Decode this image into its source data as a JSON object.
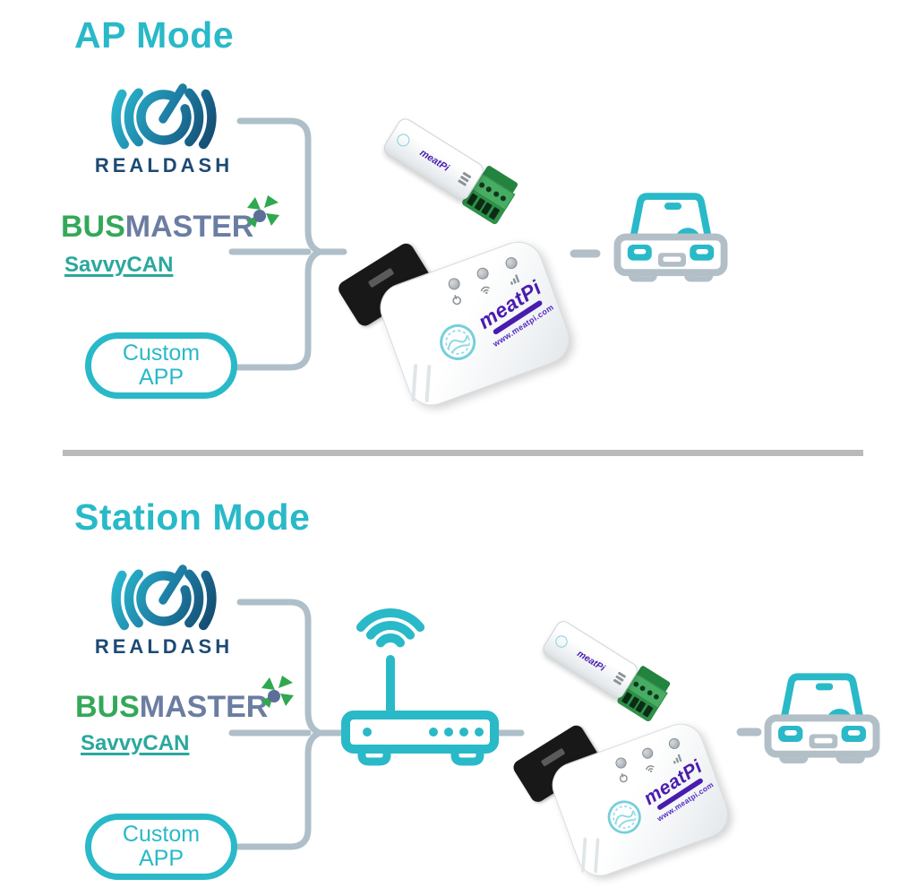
{
  "sections": {
    "ap": {
      "title": "AP Mode"
    },
    "station": {
      "title": "Station Mode"
    }
  },
  "apps": {
    "realdash_label": "REALDASH",
    "busmaster_bus": "BUS",
    "busmaster_master": "MASTER",
    "savvycan_label": "SavvyCAN",
    "custom_app_line1": "Custom",
    "custom_app_line2": "APP"
  },
  "devices": {
    "usb_brand": "meatPi",
    "obd_brand": "meatPi",
    "obd_url": "www.meatpi.com"
  },
  "colors": {
    "accent_teal": "#29b9c8",
    "connector_gray": "#aebfc9",
    "car_gray": "#b2bfc7",
    "divider_gray": "#bababa",
    "realdash_navy": "#1d4a74",
    "busmaster_green": "#33a859",
    "busmaster_slate": "#6b7da1",
    "savvycan_teal": "#2aa89d",
    "meatpi_purple": "#4a1cae",
    "terminal_green": "#47ad63",
    "obd_connector_black": "#181818"
  }
}
